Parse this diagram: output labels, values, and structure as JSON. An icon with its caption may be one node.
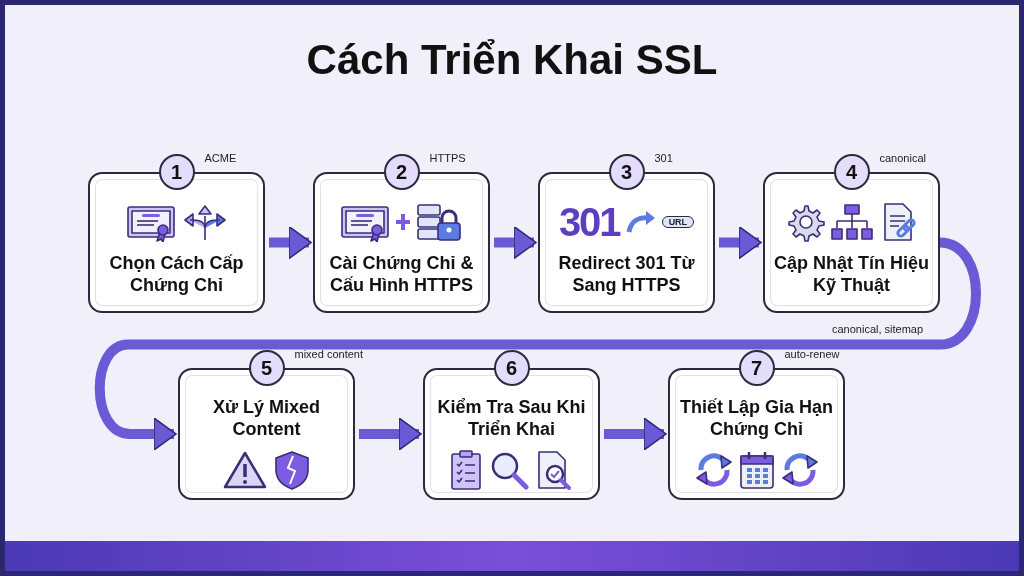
{
  "diagram": {
    "title": "Cách Triển Khai SSL",
    "nodes": [
      {
        "text": [
          "1",
          "Chọn Cách Cấp Chứng Chỉ"
        ],
        "beside": [
          "ACME"
        ]
      },
      {
        "text": [
          "2",
          "Cài Chứng Chỉ & Cấu Hình HTTPS"
        ],
        "beside": [
          "HTTPS"
        ]
      },
      {
        "text": [
          "3",
          "Redirect 301 Từ Sang HTTPS"
        ],
        "beside": [
          "301"
        ]
      },
      {
        "text": [
          "4",
          "Cập Nhật Tín Hiệu Kỹ Thuật"
        ],
        "beside": [
          "canonical"
        ]
      },
      {
        "text": [
          "5",
          "Xử Lý Mixed Content"
        ],
        "beside": [
          "mixed content"
        ]
      },
      {
        "text": [
          "6",
          "Kiểm Tra Sau Khi Triển Khai"
        ]
      },
      {
        "text": [
          "7",
          "Thiết Lập Gia Hạn Chứng Chỉ"
        ],
        "beside": [
          "auto-renew"
        ]
      }
    ],
    "edges": [
      {
        "from": 0,
        "to": 1,
        "arrow": "to"
      },
      {
        "from": 1,
        "to": 2,
        "arrow": "to"
      },
      {
        "from": 2,
        "to": 3,
        "arrow": "to"
      },
      {
        "from": 3,
        "to": 4,
        "arrow": "to",
        "label": "canonical, sitemap"
      },
      {
        "from": 4,
        "to": 5,
        "arrow": "to"
      },
      {
        "from": 5,
        "to": 6,
        "arrow": "to"
      }
    ],
    "labels": [
      "301",
      "URL"
    ]
  }
}
